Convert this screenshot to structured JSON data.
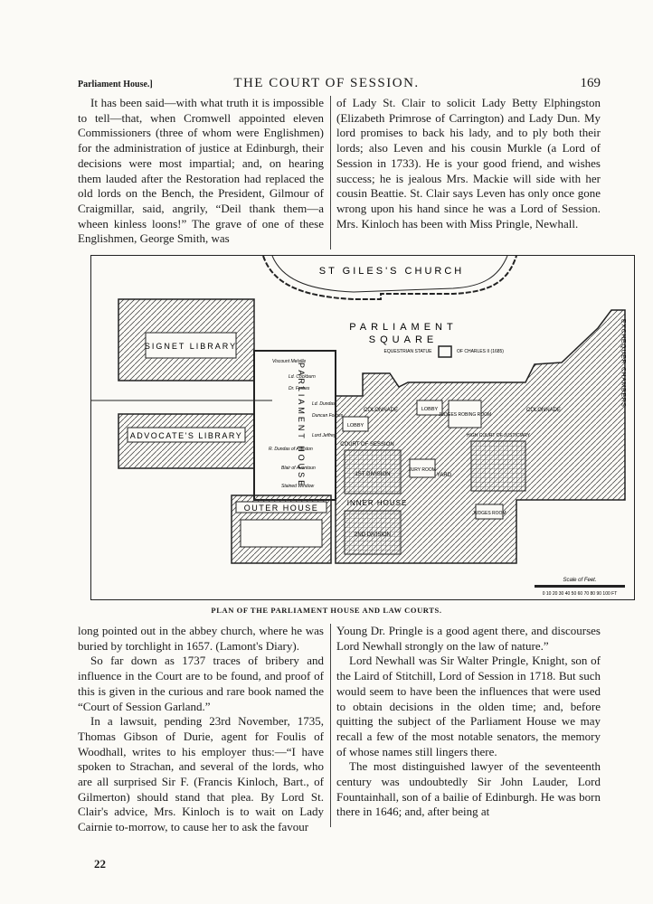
{
  "header": {
    "section": "Parliament House.]",
    "title": "THE COURT OF SESSION.",
    "page_number": "169"
  },
  "top_left": [
    "It has been said—with what truth it is impossible to tell—that, when Cromwell appointed eleven Commissioners (three of whom were Englishmen) for the administration of justice at Edinburgh, their decisions were most impartial; and, on hearing them lauded after the Restoration had replaced the old lords on the Bench, the President, Gilmour of Craigmillar, said, angrily, “Deil thank them—a wheen kinless loons!” The grave of one of these Englishmen, George Smith, was"
  ],
  "top_right": [
    "of Lady St. Clair to solicit Lady Betty Elphingston (Elizabeth Primrose of Carrington) and Lady Dun. My lord promises to back his lady, and to ply both their lords; also Leven and his cousin Murkle (a Lord of Session in 1733). He is your good friend, and wishes success; he is jealous Mrs. Mackie will side with her cousin Beattie. St. Clair says Leven has only once gone wrong upon his hand since he was a Lord of Session. Mrs. Kinloch has been with Miss Pringle, Newhall."
  ],
  "plan": {
    "st_giles": "ST GILES'S CHURCH",
    "parliament": "PARLIAMENT",
    "square": "SQUARE",
    "statue_left": "EQUESTRIAN STATUE",
    "statue_right": "OF CHARLES II (1685)",
    "signet": "SIGNET LIBRARY",
    "advocates": "ADVOCATE'S LIBRARY",
    "outer_house": "OUTER HOUSE",
    "inner_house": "INNER HOUSE",
    "parliament_house": "PARLIAMENT HOUSE",
    "exchequer": "EXCHEQUER CHAMBERS",
    "colonnade_left": "COLONNADE",
    "colonnade_right": "COLONNADE",
    "lobby": "LOBBY",
    "lobby2": "LOBBY",
    "court_of_session": "COURT OF SESSION",
    "yard": "YARD",
    "judges_robing": "JUDGES ROBING ROOM",
    "high_court": "HIGH COURT OF JUSTICIARY",
    "jury_room": "JURY ROOM",
    "division1": "1ST DIVISION",
    "division2": "2ND DIVISION",
    "judges_room": "JUDGES ROOM",
    "statues": [
      "Viscount Melville",
      "Ld. Cockburn",
      "Dr. Forbes",
      "Ld. Dundas",
      "Duncan Forbes",
      "Lord Jeffrey",
      "R. Dundas of Arniston",
      "Blair of Avontoun",
      "Stained Window"
    ],
    "scale_title": "Scale of Feet.",
    "scale_ticks": "0 10 20 30 40 50 60 70 80 90 100 FT"
  },
  "caption": "PLAN OF THE PARLIAMENT HOUSE AND LAW COURTS.",
  "bottom_left": [
    "long pointed out in the abbey church, where he was buried by torchlight in 1657. (Lamont's Diary).",
    "So far down as 1737 traces of bribery and influence in the Court are to be found, and proof of this is given in the curious and rare book named the “Court of Session Garland.”",
    "In a lawsuit, pending 23rd November, 1735, Thomas Gibson of Durie, agent for Foulis of Woodhall, writes to his employer thus:—“I have spoken to Strachan, and several of the lords, who are all surprised Sir F. (Francis Kinloch, Bart., of Gilmerton) should stand that plea. By Lord St. Clair's advice, Mrs. Kinloch is to wait on Lady Cairnie to-morrow, to cause her to ask the favour"
  ],
  "bottom_right": [
    "Young Dr. Pringle is a good agent there, and discourses Lord Newhall strongly on the law of nature.”",
    "Lord Newhall was Sir Walter Pringle, Knight, son of the Laird of Stitchill, Lord of Session in 1718. But such would seem to have been the influences that were used to obtain decisions in the olden time; and, before quitting the subject of the Parliament House we may recall a few of the most notable senators, the memory of whose names still lingers there.",
    "The most distinguished lawyer of the seventeenth century was undoubtedly Sir John Lauder, Lord Fountainhall, son of a bailie of Edinburgh. He was born there in 1646; and, after being at"
  ],
  "signature": "22"
}
